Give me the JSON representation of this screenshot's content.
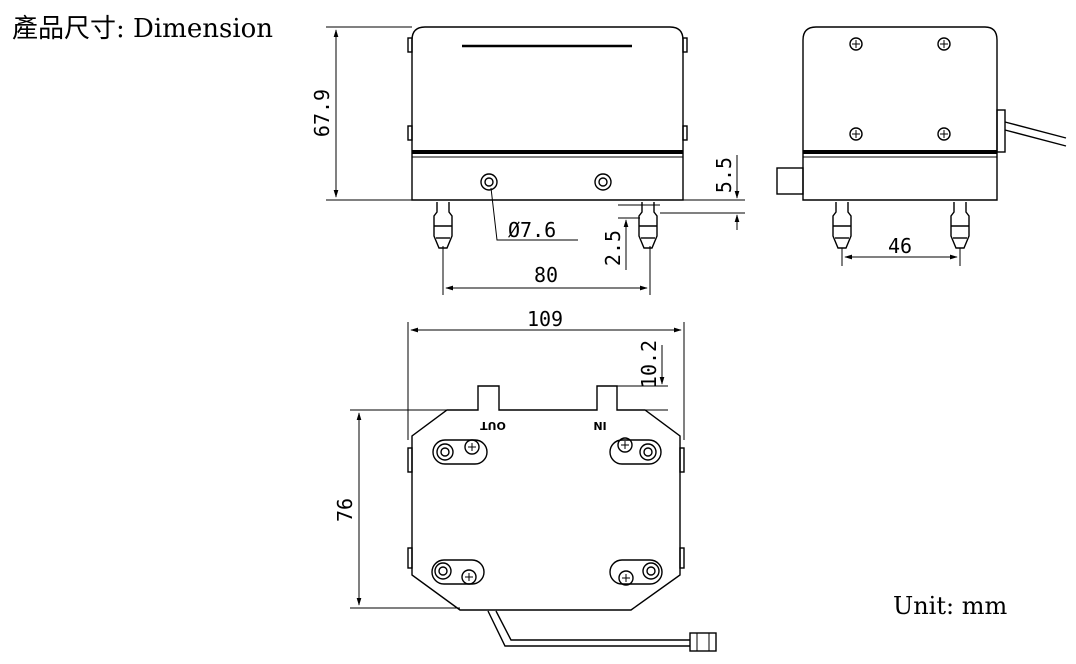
{
  "title": "產品尺寸: Dimension",
  "unit_label": "Unit: mm",
  "views": {
    "front": {
      "height_dim": "67.9",
      "port_spacing_dim": "80",
      "nozzle_diameter_dim": "Ø7.6",
      "bottom_offset_dim": "5.5",
      "nozzle_offset_dim": "2.5"
    },
    "side": {
      "mount_spacing_dim": "46"
    },
    "bottom": {
      "width_dim": "109",
      "depth_dim": "76",
      "tab_dim": "10.2",
      "port_out_label": "OUT",
      "port_in_label": "IN"
    }
  }
}
